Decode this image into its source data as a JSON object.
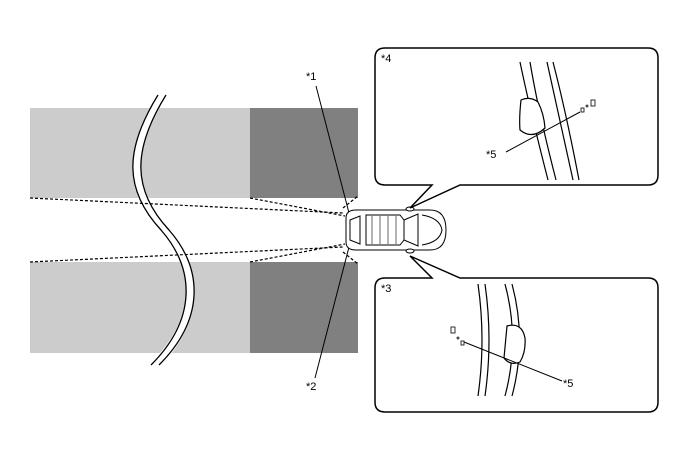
{
  "labels": {
    "callout_1": "*1",
    "callout_2": "*2",
    "callout_3": "*3",
    "callout_4": "*4",
    "callout_5_upper": "*5",
    "callout_5_lower": "*5"
  },
  "colors": {
    "zone_light": "#cccccc",
    "zone_dark": "#808080",
    "line": "#000000",
    "background": "#ffffff",
    "car_body": "#ffffff"
  }
}
